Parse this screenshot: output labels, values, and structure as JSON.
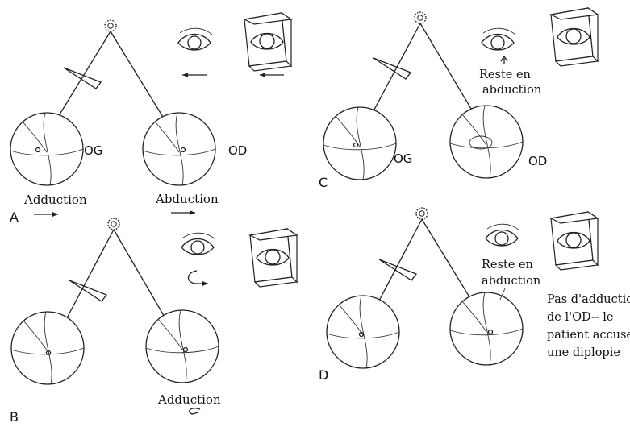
{
  "panels": {
    "A": {
      "letter": "A",
      "left_globe_label": "OG",
      "right_globe_label": "OD",
      "left_movement": "Adduction",
      "right_movement": "Abduction"
    },
    "B": {
      "letter": "B",
      "movement": "Adduction"
    },
    "C": {
      "letter": "C",
      "left_globe_label": "OG",
      "right_globe_label": "OD",
      "note_line1": "Reste en",
      "note_line2": "abduction"
    },
    "D": {
      "letter": "D",
      "note_line1": "Reste en",
      "note_line2": "abduction",
      "caption_lines": [
        "Pas d'adduction",
        "de l'OD-- le",
        "patient accuse",
        "une diplopie"
      ]
    }
  },
  "icons": {
    "light_source": "dotted-light-source-icon",
    "prism": "prism-wedge-icon",
    "eye": "eye-icon",
    "arrow": "arrow-icon",
    "mirror_box": "mirror-box-icon"
  },
  "colors": {
    "ink": "#222222",
    "paper": "#ffffff"
  }
}
